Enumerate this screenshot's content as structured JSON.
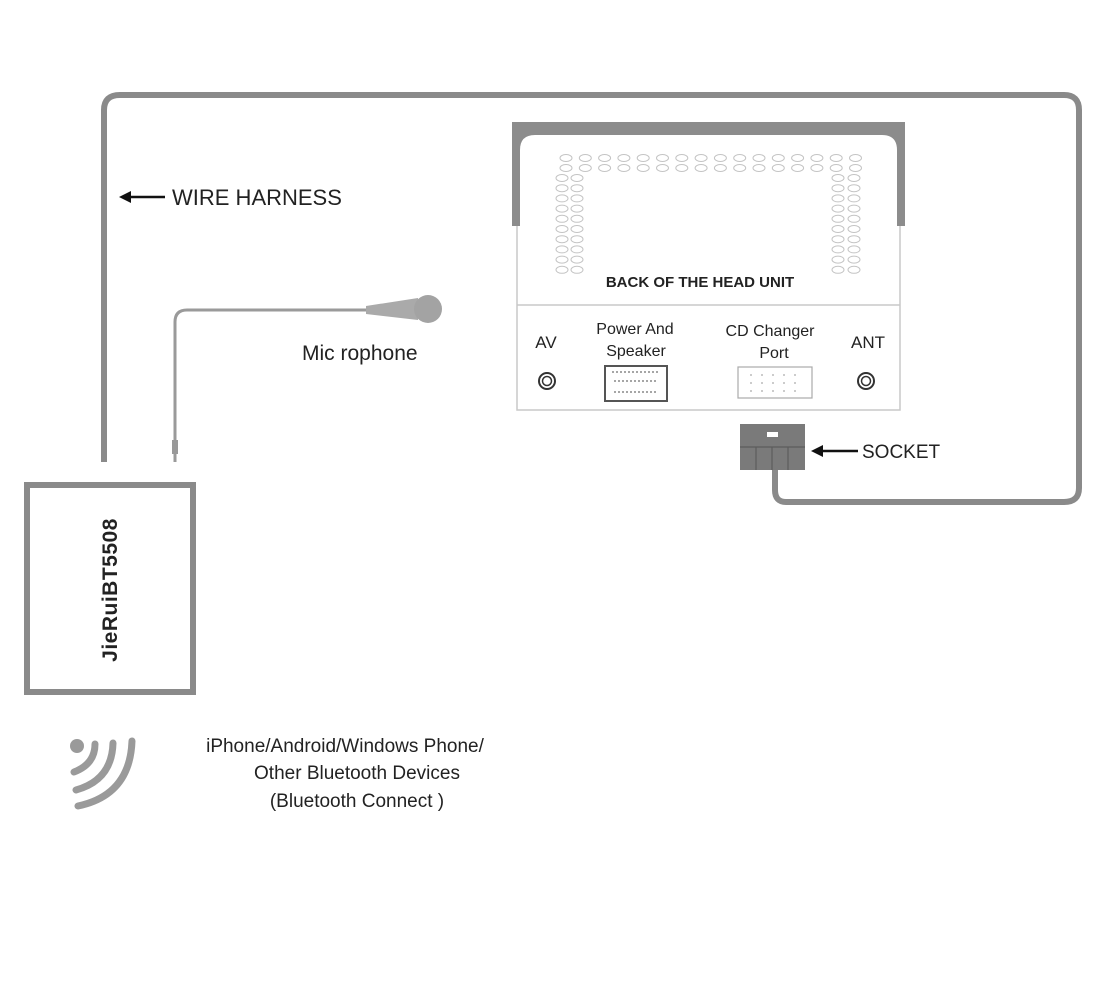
{
  "labels": {
    "wire_harness": "WIRE HARNESS",
    "microphone": "Mic rophone",
    "head_unit": "BACK OF THE HEAD UNIT",
    "av": "AV",
    "power_line1": "Power And",
    "power_line2": "Speaker",
    "cd_line1": "CD Changer",
    "cd_line2": "Port",
    "ant": "ANT",
    "socket": "SOCKET",
    "module": "JieRuiBT5508",
    "devices_line1": "iPhone/Android/Windows Phone/",
    "devices_line2": "Other Bluetooth Devices",
    "devices_line3": "(Bluetooth Connect )"
  },
  "colors": {
    "wire": "#8a8a8a",
    "bracket": "#8c8c8c",
    "socket": "#7a7a7a",
    "outline": "#bdbdbd",
    "text": "#222222"
  }
}
